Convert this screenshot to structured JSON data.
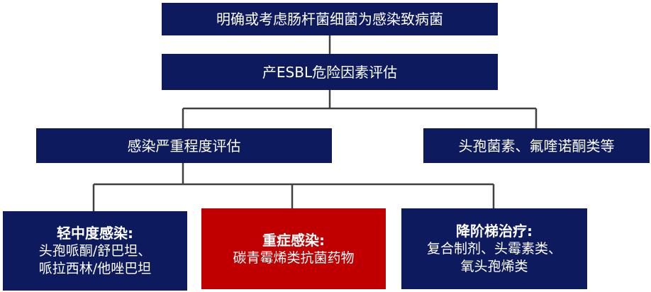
{
  "colors": {
    "navy": "#0d1a5e",
    "red": "#c00000",
    "line": "#404040"
  },
  "nodes": {
    "top": "明确或考虑肠杆菌细菌为感染致病菌",
    "esbl": "产ESBL危险因素评估",
    "severity": "感染严重程度评估",
    "cephalo": "头孢菌素、氟喹诺酮类等",
    "mild": {
      "title": "轻中度感染:",
      "lines": [
        "头孢哌酮/舒巴坦、",
        "哌拉西林/他唑巴坦"
      ]
    },
    "severe": {
      "title": "重症感染:",
      "lines": [
        "碳青霉烯类抗菌药物"
      ]
    },
    "deesc": {
      "title": "降阶梯治疗:",
      "lines": [
        "复合制剂、头霉素类、",
        "氧头孢烯类"
      ]
    }
  }
}
